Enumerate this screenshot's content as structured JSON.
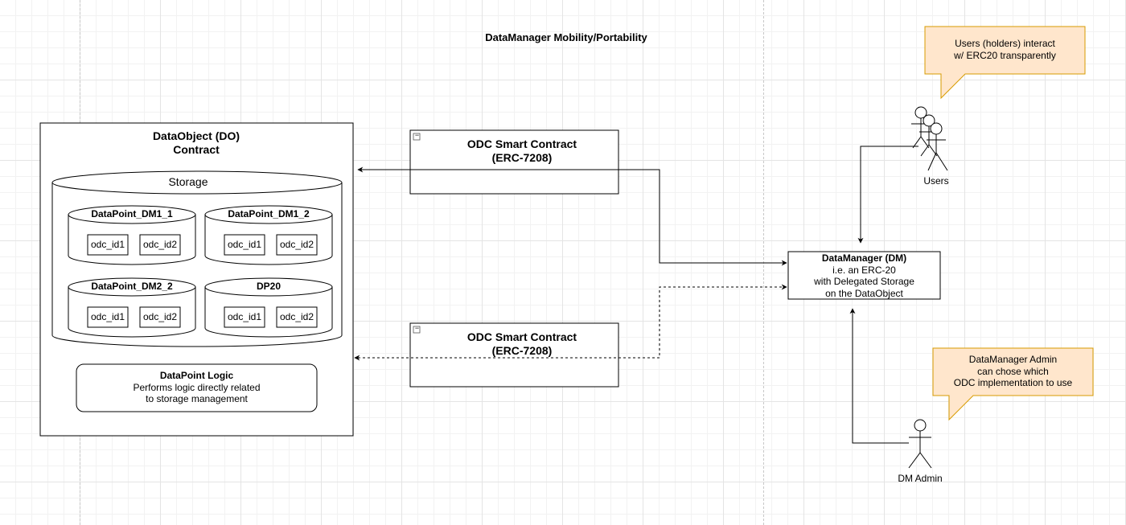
{
  "title": "DataManager Mobility/Portability",
  "data_object": {
    "title_line1": "DataObject (DO)",
    "title_line2": "Contract",
    "storage_label": "Storage",
    "datapoints": [
      {
        "name": "DataPoint_DM1_1",
        "ids": [
          "odc_id1",
          "odc_id2"
        ]
      },
      {
        "name": "DataPoint_DM1_2",
        "ids": [
          "odc_id1",
          "odc_id2"
        ]
      },
      {
        "name": "DataPoint_DM2_2",
        "ids": [
          "odc_id1",
          "odc_id2"
        ]
      },
      {
        "name": "DP20",
        "ids": [
          "odc_id1",
          "odc_id2"
        ]
      }
    ],
    "logic_title": "DataPoint Logic",
    "logic_line1": "Performs logic directly related",
    "logic_line2": "to storage management"
  },
  "odc_contracts": [
    {
      "line1": "ODC Smart Contract",
      "line2": "(ERC-7208)",
      "collapse_glyph": "−"
    },
    {
      "line1": "ODC Smart Contract",
      "line2": "(ERC-7208)",
      "collapse_glyph": "−"
    }
  ],
  "data_manager": {
    "title": "DataManager (DM)",
    "line1": "i.e. an ERC-20",
    "line2": "with Delegated Storage",
    "line3": "on the DataObject"
  },
  "users": {
    "label": "Users"
  },
  "dm_admin": {
    "label": "DM Admin"
  },
  "callouts": {
    "users_note_line1": "Users (holders) interact",
    "users_note_line2": "w/ ERC20 transparently",
    "admin_note_line1": "DataManager Admin",
    "admin_note_line2": "can chose which",
    "admin_note_line3": "ODC implementation to use"
  },
  "colors": {
    "callout_fill": "#ffe6cc",
    "callout_stroke": "#d79b00",
    "stroke": "#000000",
    "dashed_guide": "#c8c8c8"
  }
}
